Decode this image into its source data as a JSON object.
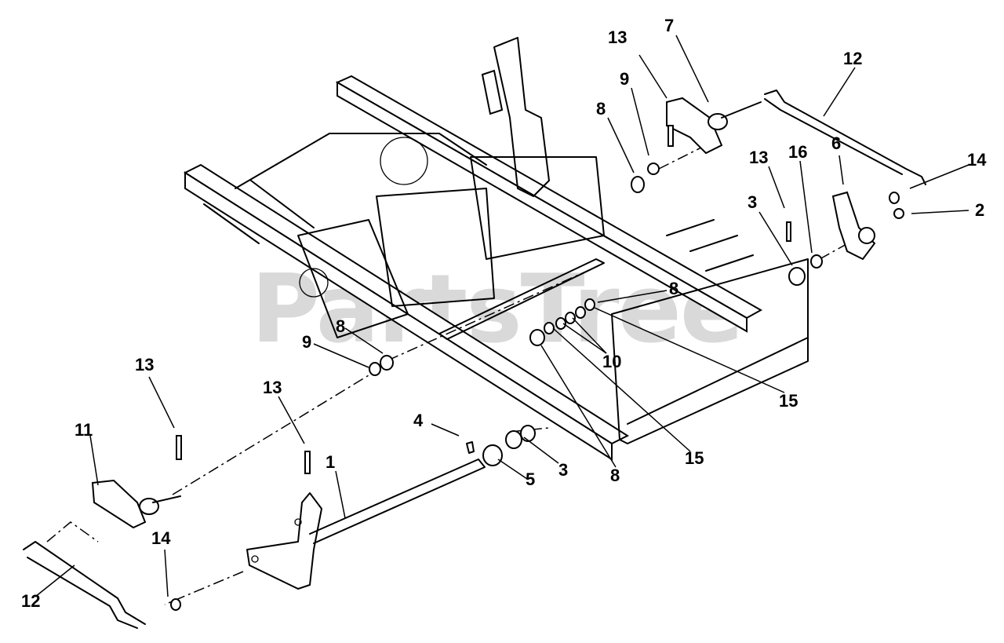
{
  "watermark": {
    "text": "PartsTree"
  },
  "callouts": [
    {
      "id": "c13a",
      "text": "13"
    },
    {
      "id": "c7",
      "text": "7"
    },
    {
      "id": "c12a",
      "text": "12"
    },
    {
      "id": "c9a",
      "text": "9"
    },
    {
      "id": "c8a",
      "text": "8"
    },
    {
      "id": "c6",
      "text": "6"
    },
    {
      "id": "c14a",
      "text": "14"
    },
    {
      "id": "c13b",
      "text": "13"
    },
    {
      "id": "c16",
      "text": "16"
    },
    {
      "id": "c3a",
      "text": "3"
    },
    {
      "id": "c2",
      "text": "2"
    },
    {
      "id": "c8b",
      "text": "8"
    },
    {
      "id": "c8c",
      "text": "8"
    },
    {
      "id": "c9b",
      "text": "9"
    },
    {
      "id": "c10",
      "text": "10"
    },
    {
      "id": "c15a",
      "text": "15"
    },
    {
      "id": "c13c",
      "text": "13"
    },
    {
      "id": "c13d",
      "text": "13"
    },
    {
      "id": "c4",
      "text": "4"
    },
    {
      "id": "c15b",
      "text": "15"
    },
    {
      "id": "c11",
      "text": "11"
    },
    {
      "id": "c1",
      "text": "1"
    },
    {
      "id": "c3b",
      "text": "3"
    },
    {
      "id": "c5",
      "text": "5"
    },
    {
      "id": "c8d",
      "text": "8"
    },
    {
      "id": "c14b",
      "text": "14"
    },
    {
      "id": "c12b",
      "text": "12"
    }
  ]
}
